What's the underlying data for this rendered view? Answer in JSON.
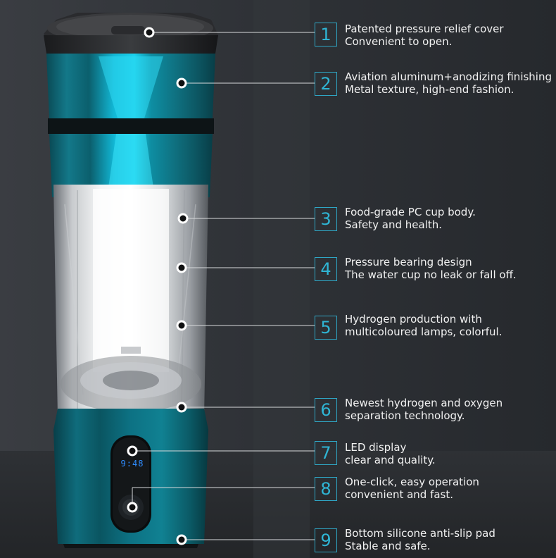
{
  "device": {
    "led_display": "9:48"
  },
  "callouts": [
    {
      "number": "1",
      "line1": "Patented pressure relief cover",
      "line2": "Convenient to open."
    },
    {
      "number": "2",
      "line1": "Aviation aluminum+anodizing finishing",
      "line2": "Metal texture, high-end fashion."
    },
    {
      "number": "3",
      "line1": "Food-grade PC cup body.",
      "line2": "Safety and health."
    },
    {
      "number": "4",
      "line1": "Pressure bearing design",
      "line2": "The water cup no leak or fall off."
    },
    {
      "number": "5",
      "line1": "Hydrogen production with",
      "line2": "multicoloured lamps, colorful."
    },
    {
      "number": "6",
      "line1": "Newest hydrogen and oxygen",
      "line2": "separation technology."
    },
    {
      "number": "7",
      "line1": "LED display",
      "line2": "clear and quality."
    },
    {
      "number": "8",
      "line1": "One-click, easy operation",
      "line2": "convenient and fast."
    },
    {
      "number": "9",
      "line1": "Bottom silicone anti-slip pad",
      "line2": "Stable and safe."
    }
  ]
}
